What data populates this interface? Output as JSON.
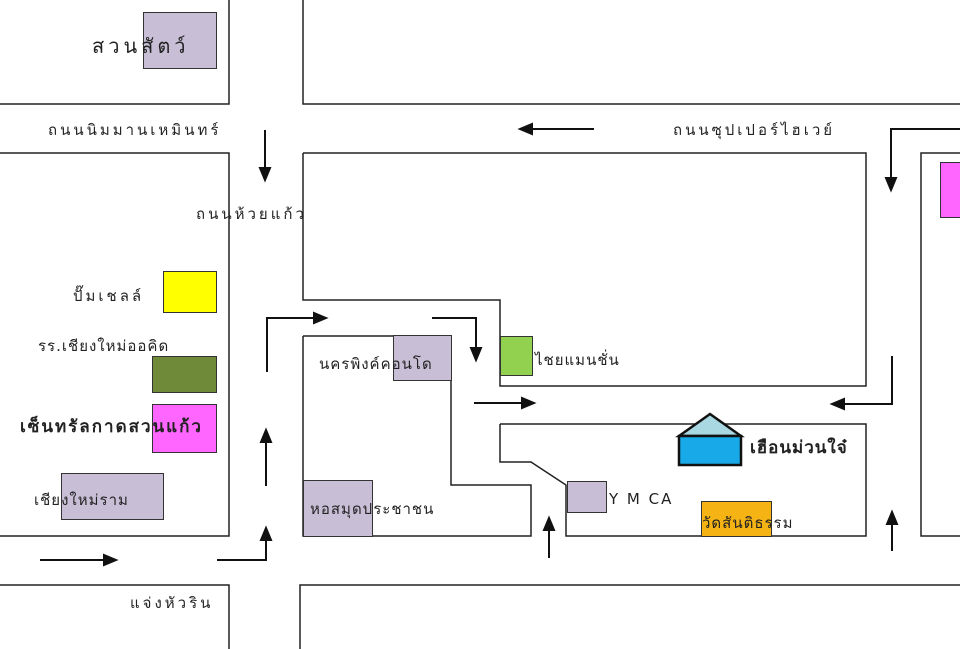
{
  "colors": {
    "line": "#222222",
    "building": "#c8bfd7",
    "yellow": "#ffff00",
    "olive": "#6f8b3a",
    "magenta": "#ff66ff",
    "green": "#92d050",
    "orange": "#f5b414",
    "house_roof": "#a9d8e3",
    "house_body": "#17a9e8"
  },
  "roads": {
    "nimman": "ถนนนิมมานเหมินทร์",
    "superhighway": "ถนนซุปเปอร์ไฮเวย์",
    "huaykaew": "ถนนห้วยแก้ว",
    "hua_rin": "แจ่งหัวริน"
  },
  "places": {
    "zoo": "สวนสัตว์",
    "shell": "ปั๊มเชลล์",
    "orchid_school": "รร.เชียงใหม่ออคิด",
    "kad_suan_kaew": "เซ็นทรัลกาดสวนแก้ว",
    "chiangmai_ram": "เชียงใหม่ราม",
    "nakornping_condo": "นครพิงค์คอนโด",
    "chaiyamansion": "ไชยแมนชั่น",
    "library": "หอสมุดประชาชน",
    "ymca": "Y M CA",
    "wat_santitham": "วัดสันติธรรม",
    "destination": "เฮือนม่วนใจ๋"
  }
}
